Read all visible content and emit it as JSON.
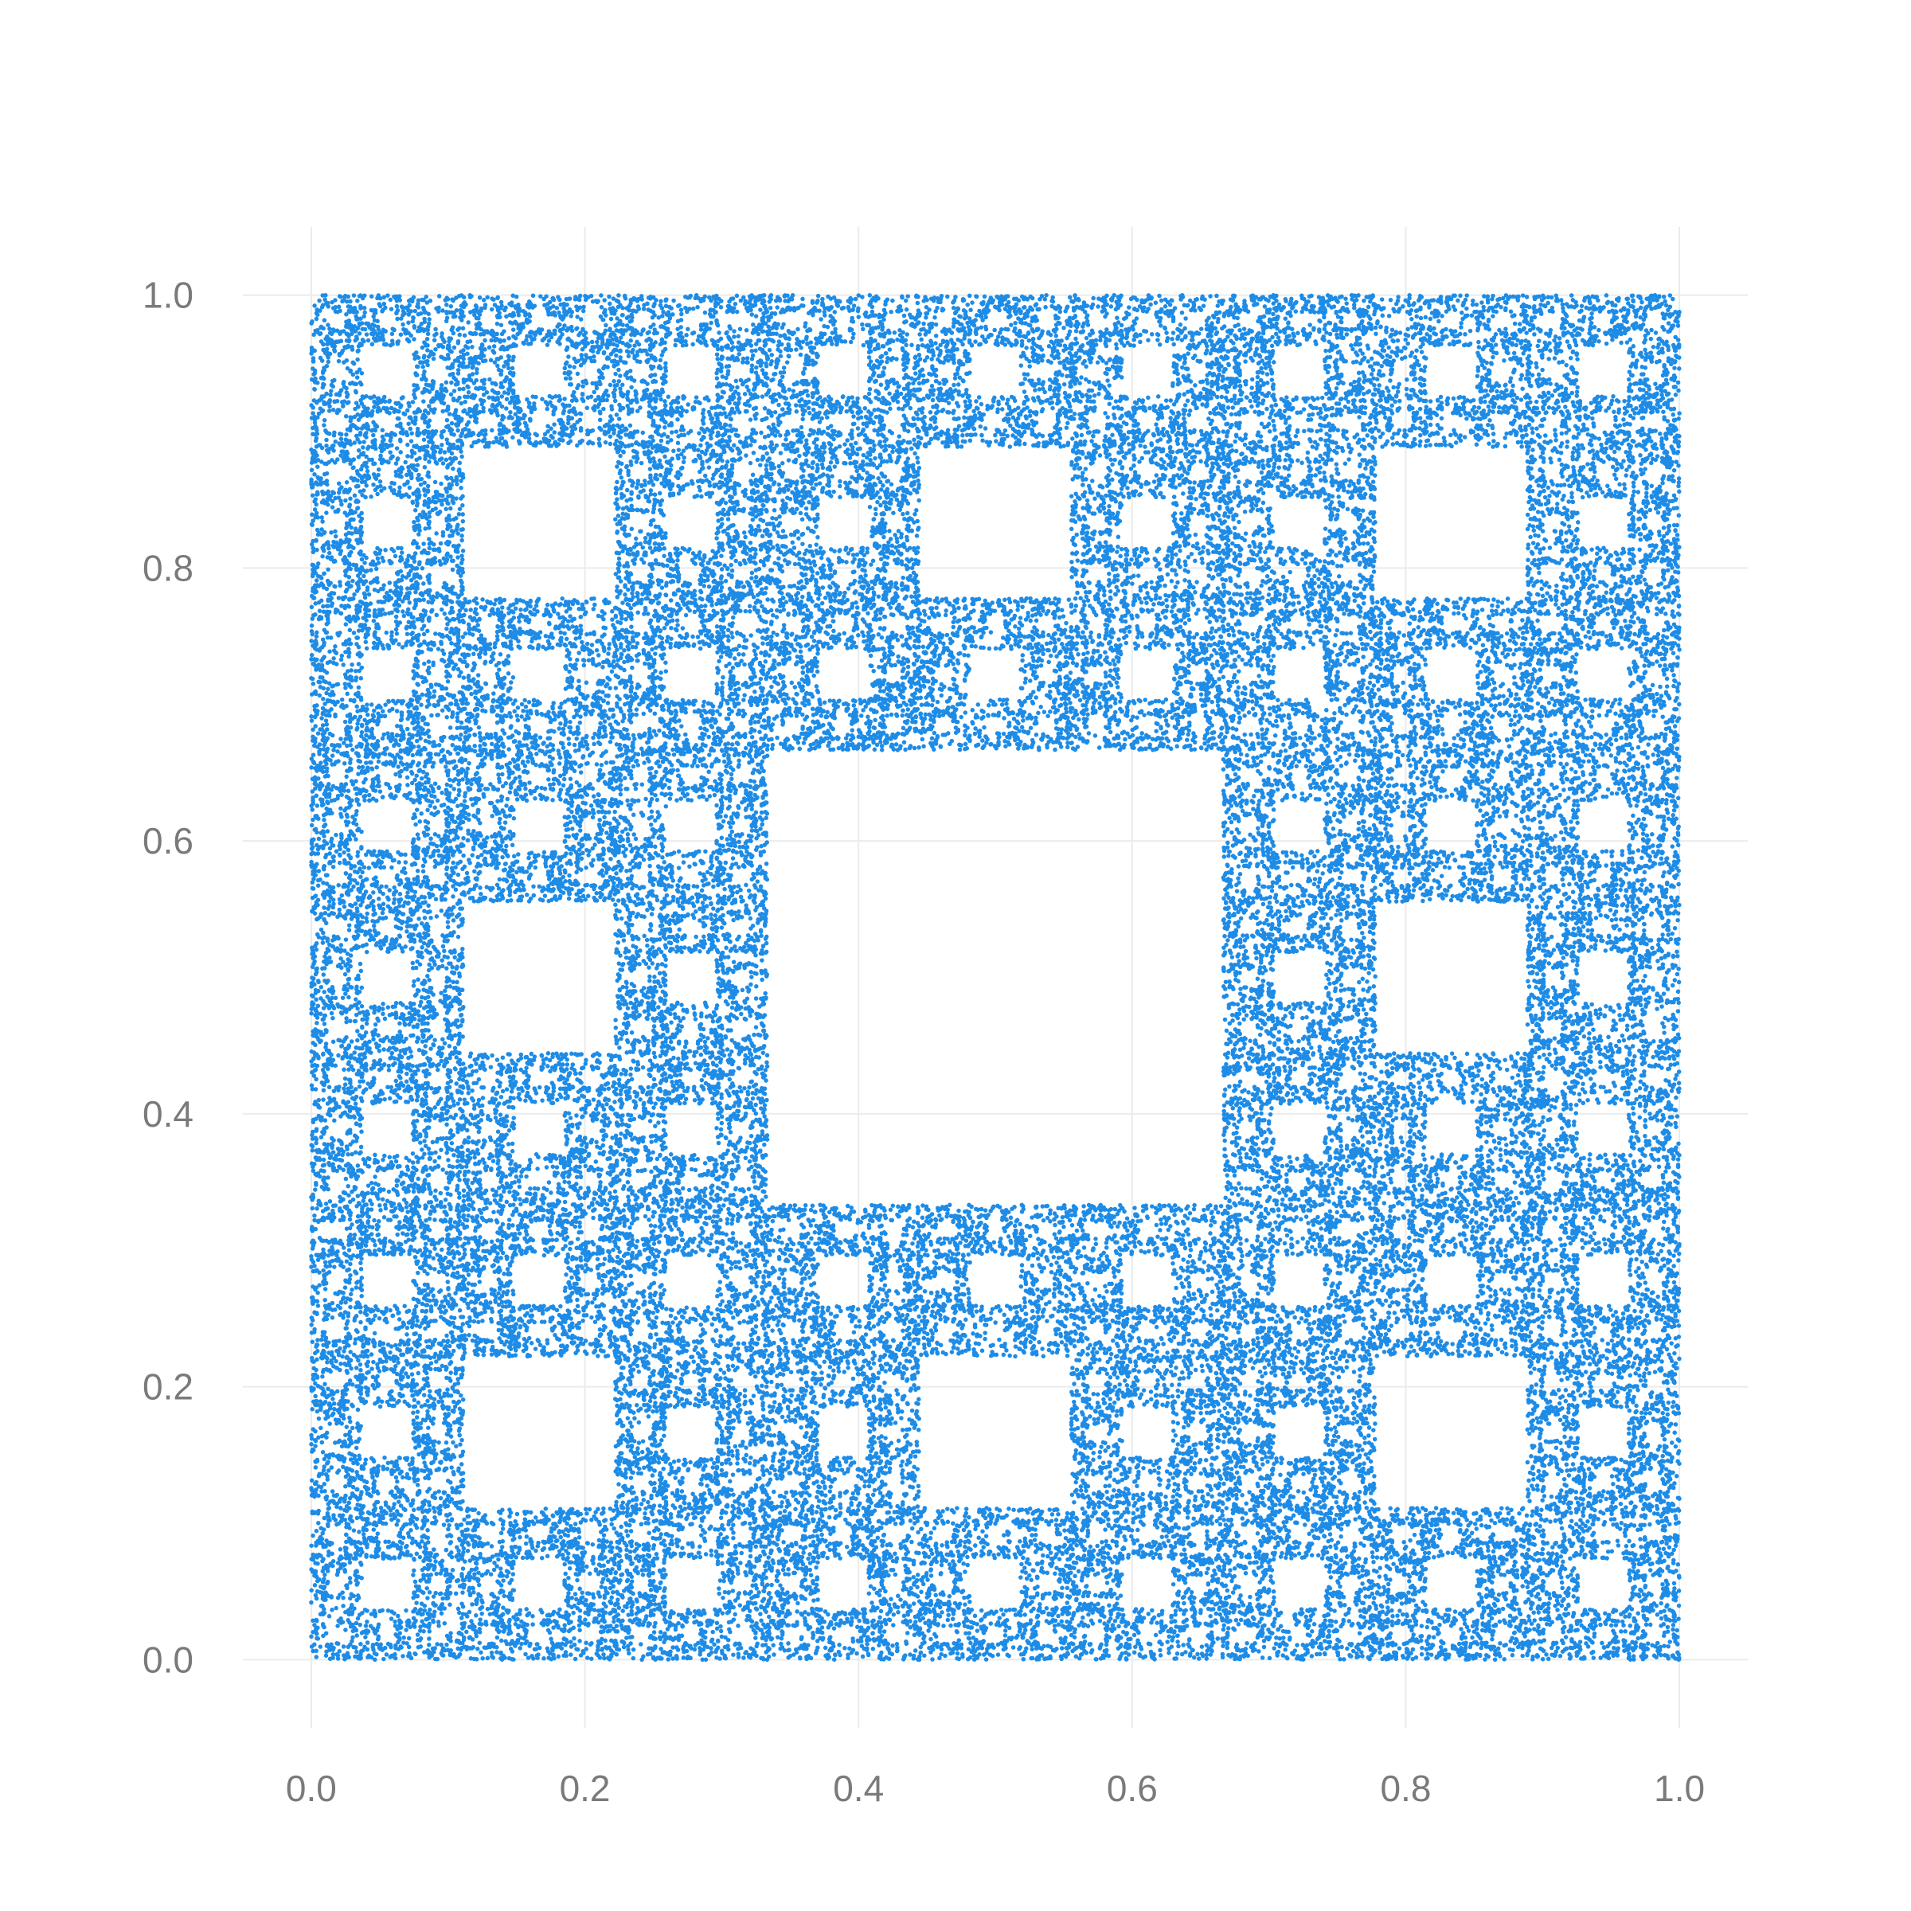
{
  "chart_data": {
    "type": "scatter",
    "title": "",
    "xlabel": "",
    "ylabel": "",
    "xlim": [
      -0.05,
      1.05
    ],
    "ylim": [
      -0.05,
      1.05
    ],
    "x_ticks": [
      0.0,
      0.2,
      0.4,
      0.6,
      0.8,
      1.0
    ],
    "y_ticks": [
      0.0,
      0.2,
      0.4,
      0.6,
      0.8,
      1.0
    ],
    "x_tick_labels": [
      "0.0",
      "0.2",
      "0.4",
      "0.6",
      "0.8",
      "1.0"
    ],
    "y_tick_labels": [
      "0.0",
      "0.2",
      "0.4",
      "0.6",
      "0.8",
      "1.0"
    ],
    "grid": true,
    "legend": "none",
    "series": [
      {
        "point_color": "#1e8ce6",
        "generator": "sierpinski_carpet_chaos_game",
        "point_count": 60000,
        "x_range": [
          0,
          1
        ],
        "y_range": [
          0,
          1
        ]
      }
    ]
  }
}
